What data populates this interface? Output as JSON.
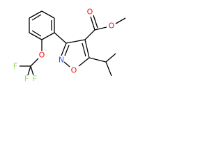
{
  "molecule": {
    "atoms": {
      "ether_o": {
        "symbol": "O",
        "color": "#ff0d0d"
      },
      "f_top": {
        "symbol": "F",
        "color": "#90e050"
      },
      "f_left": {
        "symbol": "F",
        "color": "#90e050"
      },
      "f_bottom": {
        "symbol": "F",
        "color": "#90e050"
      },
      "carbonyl_o": {
        "symbol": "O",
        "color": "#ff0d0d"
      },
      "ester_o": {
        "symbol": "O",
        "color": "#ff0d0d"
      },
      "ring_n": {
        "symbol": "N",
        "color": "#3050f8"
      },
      "ring_o": {
        "symbol": "O",
        "color": "#ff0d0d"
      }
    },
    "colors": {
      "bond": "#000000",
      "background": "#ffffff"
    }
  }
}
